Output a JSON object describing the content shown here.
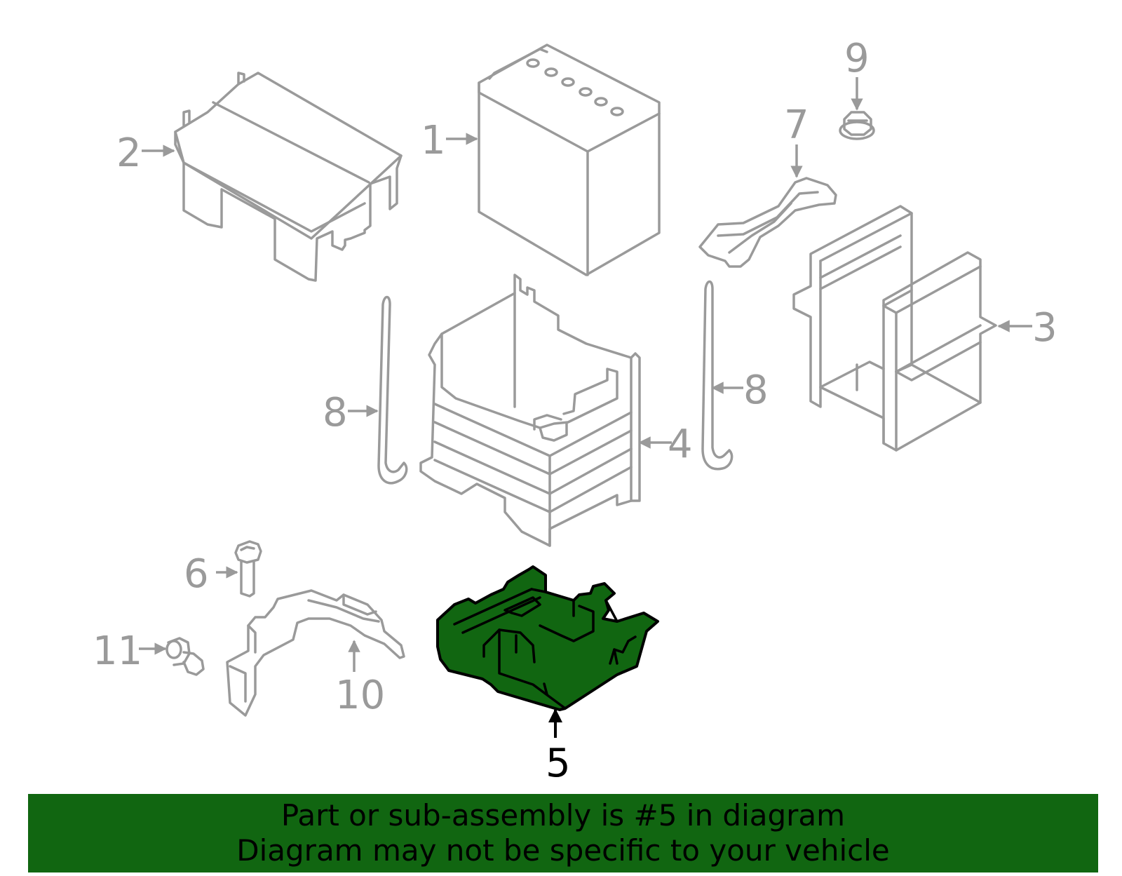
{
  "callouts": {
    "c1": "1",
    "c2": "2",
    "c3": "3",
    "c4": "4",
    "c5": "5",
    "c6": "6",
    "c7": "7",
    "c8a": "8",
    "c8b": "8",
    "c9": "9",
    "c10": "10",
    "c11": "11"
  },
  "highlighted_part": "5",
  "colors": {
    "highlight": "#116611",
    "line_gray": "#9a9a9a",
    "banner_bg": "#116611"
  },
  "banner": {
    "line1": "Part or sub-assembly is #5 in diagram",
    "line2": "Diagram may not be specific to your vehicle"
  }
}
